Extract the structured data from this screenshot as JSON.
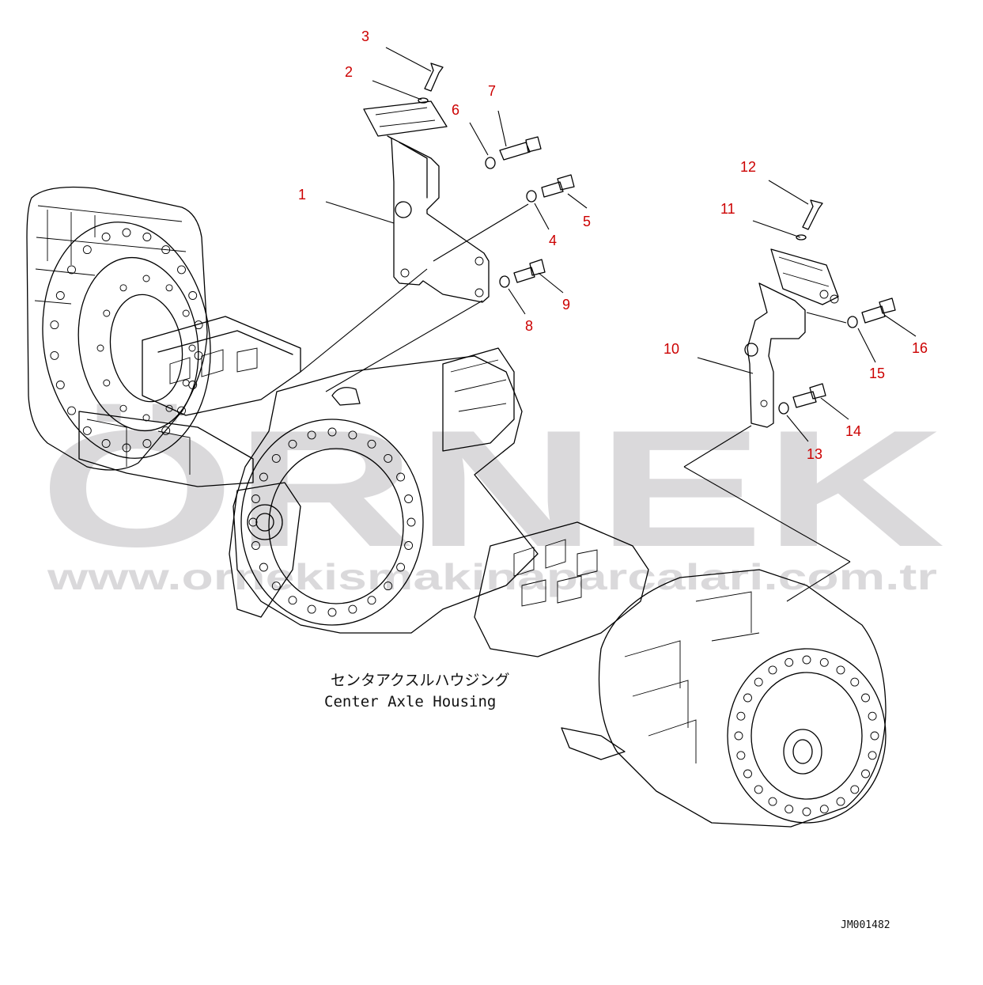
{
  "diagram": {
    "callouts": [
      "1",
      "2",
      "3",
      "4",
      "5",
      "6",
      "7",
      "8",
      "9",
      "10",
      "11",
      "12",
      "13",
      "14",
      "15",
      "16"
    ],
    "caption_jp": "センタアクスルハウジング",
    "caption_en": "Center Axle Housing",
    "reference_code": "JM001482"
  },
  "watermark": {
    "brand": "ÖRNEK",
    "url": "www.ornekismakinaparcalari.com.tr"
  },
  "colors": {
    "callout": "#cc0000",
    "linework": "#000000",
    "watermark": "#c4c2c6"
  }
}
